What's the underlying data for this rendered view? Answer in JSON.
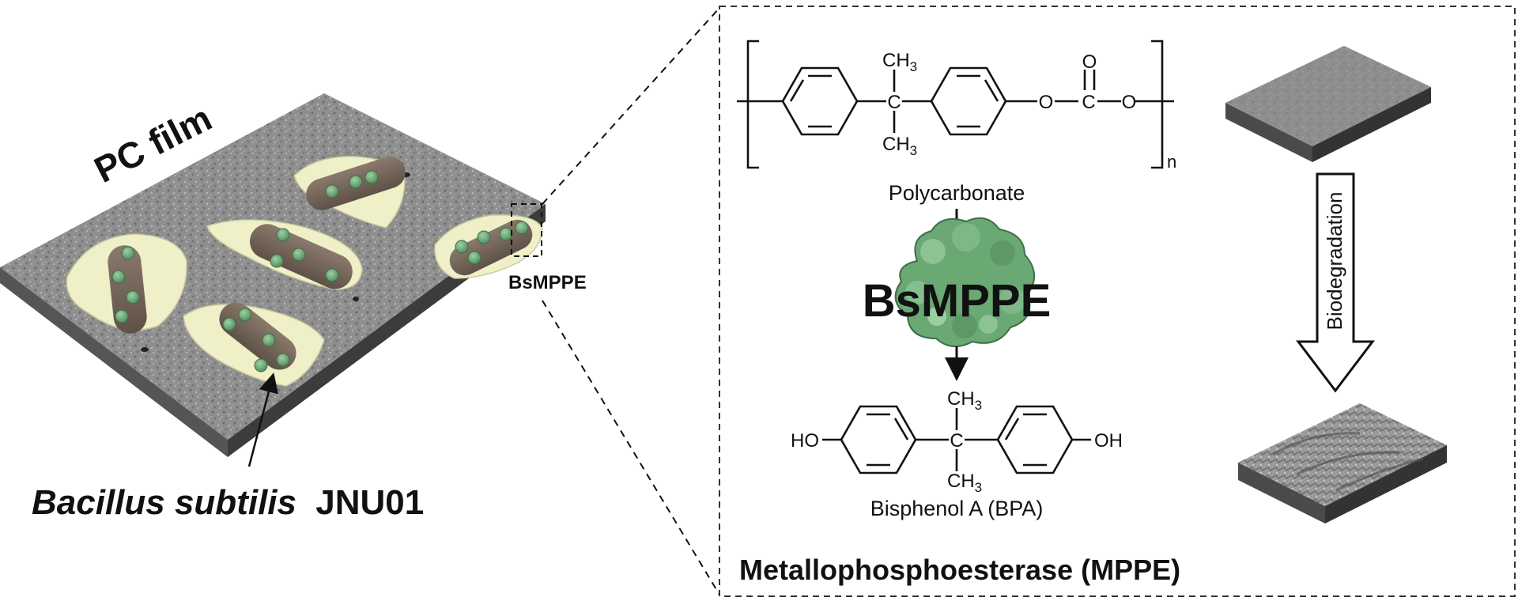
{
  "left_panel": {
    "title": "PC film",
    "organism_italic": "Bacillus subtilis",
    "organism_strain": "JNU01",
    "enzyme_callout": "BsMPPE"
  },
  "right_panel": {
    "polymer_name": "Polycarbonate",
    "enzyme_name": "BsMPPE",
    "product_name": "Bisphenol A (BPA)",
    "process_label": "Biodegradation",
    "enzyme_family": "Metallophosphoesterase (MPPE)",
    "repeat_subscript": "n",
    "atoms": {
      "carbon": "C",
      "oxygen": "O",
      "methyl": "CH",
      "methyl_sub": "3",
      "hydroxyl_left": "HO",
      "hydroxyl_right": "OH"
    }
  },
  "colors": {
    "film_surface": "#8c8c8c",
    "film_side": "#4a4a4a",
    "biofilm": "#efefc8",
    "cell_body": "#7a6a5c",
    "enzyme_green": "#5e9c68",
    "box_border": "#333333"
  }
}
